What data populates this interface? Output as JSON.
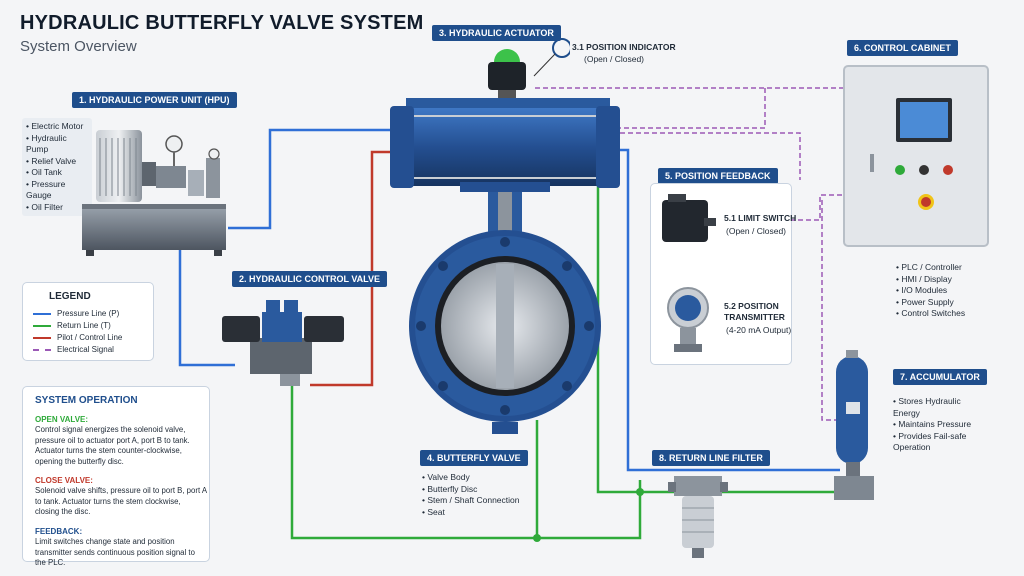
{
  "header": {
    "title": "HYDRAULIC BUTTERFLY VALVE SYSTEM",
    "subtitle": "System Overview"
  },
  "hpu": {
    "tag": "1. HYDRAULIC POWER UNIT (HPU)",
    "items": [
      "Electric Motor",
      "Hydraulic Pump",
      "Relief Valve",
      "Oil Tank",
      "Pressure Gauge",
      "Oil Filter"
    ]
  },
  "control_valve": {
    "tag": "2. HYDRAULIC CONTROL VALVE"
  },
  "actuator": {
    "tag": "3. HYDRAULIC ACTUATOR"
  },
  "position_indicator": {
    "label": "3.1 POSITION INDICATOR",
    "sub": "(Open / Closed)"
  },
  "butterfly_valve": {
    "tag": "4. BUTTERFLY VALVE",
    "items": [
      "Valve Body",
      "Butterfly Disc",
      "Stem / Shaft Connection",
      "Seat"
    ]
  },
  "position_feedback": {
    "tag": "5. POSITION FEEDBACK",
    "limit_switch": {
      "label": "5.1 LIMIT SWITCH",
      "sub": "(Open / Closed)"
    },
    "transmitter": {
      "label_1": "5.2 POSITION",
      "label_2": "TRANSMITTER",
      "sub": "(4-20 mA Output)"
    }
  },
  "control_cabinet": {
    "tag": "6. CONTROL CABINET",
    "items": [
      "PLC / Controller",
      "HMI / Display",
      "I/O Modules",
      "Power Supply",
      "Control Switches"
    ]
  },
  "accumulator": {
    "tag": "7. ACCUMULATOR",
    "items": [
      "Stores Hydraulic Energy",
      "Maintains Pressure",
      "Provides Fail-safe Operation"
    ]
  },
  "return_filter": {
    "tag": "8. RETURN LINE FILTER"
  },
  "legend": {
    "title": "LEGEND",
    "entries": [
      {
        "label": "Pressure Line (P)",
        "color": "#2f6fd6",
        "style": "solid"
      },
      {
        "label": "Return Line (T)",
        "color": "#2faa3a",
        "style": "solid"
      },
      {
        "label": "Pilot / Control Line",
        "color": "#c0392b",
        "style": "solid"
      },
      {
        "label": "Electrical Signal",
        "color": "#9b59b6",
        "style": "dashed"
      }
    ]
  },
  "operation": {
    "title": "SYSTEM OPERATION",
    "open": {
      "heading": "OPEN VALVE:",
      "text": "Control signal energizes the solenoid valve, pressure oil to actuator port A, port B to tank. Actuator turns the stem counter-clockwise, opening the butterfly disc."
    },
    "close": {
      "heading": "CLOSE VALVE:",
      "text": "Solenoid valve shifts, pressure oil to port B, port A to tank. Actuator turns the stem clockwise, closing the disc."
    },
    "feedback": {
      "heading": "FEEDBACK:",
      "text": "Limit switches change state and position transmitter sends continuous position signal to the PLC."
    }
  },
  "colors": {
    "tag_bg": "#1f4e8c",
    "open": "#2faa3a",
    "close": "#c0392b",
    "feedback": "#1f4e8c",
    "steel_blue": "#2a5a9e"
  }
}
